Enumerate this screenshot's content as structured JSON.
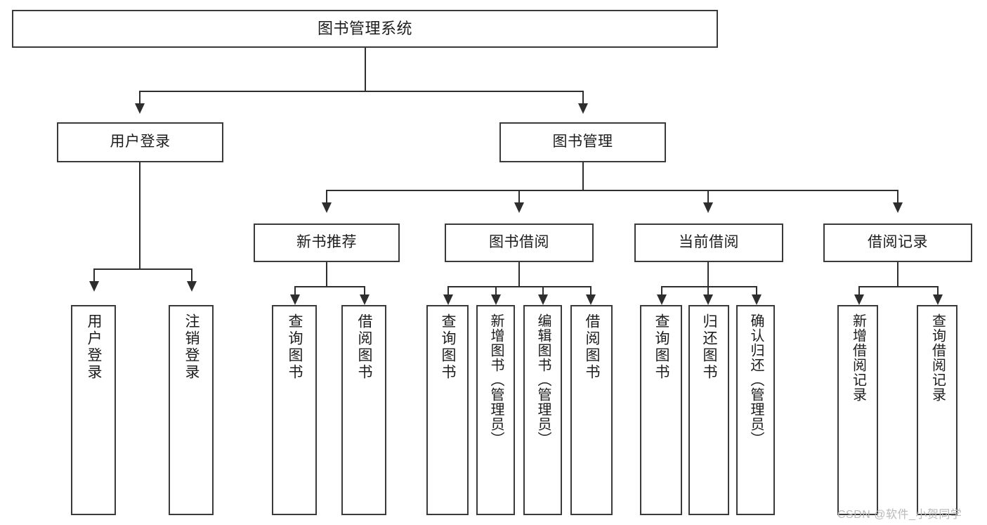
{
  "diagram": {
    "title": "图书管理系统",
    "type": "hierarchy-tree",
    "root": {
      "label": "图书管理系统"
    },
    "level2": [
      {
        "label": "用户登录"
      },
      {
        "label": "图书管理"
      }
    ],
    "level3": [
      {
        "label": "新书推荐"
      },
      {
        "label": "图书借阅"
      },
      {
        "label": "当前借阅"
      },
      {
        "label": "借阅记录"
      }
    ],
    "leaves": [
      {
        "label": "用户登录"
      },
      {
        "label": "注销登录"
      },
      {
        "label": "查询图书"
      },
      {
        "label": "借阅图书"
      },
      {
        "label": "查询图书"
      },
      {
        "label": "新增图书（管理员）"
      },
      {
        "label": "编辑图书（管理员）"
      },
      {
        "label": "借阅图书"
      },
      {
        "label": "查询图书"
      },
      {
        "label": "归还图书"
      },
      {
        "label": "确认归还（管理员）"
      },
      {
        "label": "新增借阅记录"
      },
      {
        "label": "查询借阅记录"
      }
    ]
  },
  "watermark": {
    "text": "CSDN @软件_小贺同学"
  },
  "colors": {
    "box_border": "#3a3a3a",
    "connector": "#2e2e2e",
    "background": "#ffffff",
    "text": "#1c1c1c",
    "watermark": "#b9b9b9"
  }
}
